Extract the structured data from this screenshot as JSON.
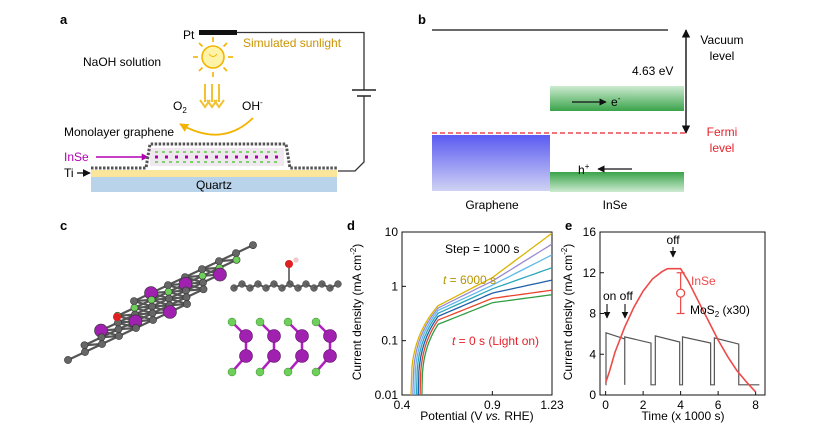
{
  "panel_a": {
    "label": "a",
    "electrode": "Pt",
    "solution": "NaOH solution",
    "light": "Simulated sunlight",
    "product": "O",
    "product_sub": "2",
    "reactant": "OH",
    "reactant_sup": "-",
    "layer_graphene": "Monolayer graphene",
    "layer_inse": "InSe",
    "contact": "Ti",
    "substrate": "Quartz"
  },
  "panel_b": {
    "label": "b",
    "vacuum": [
      "Vacuum",
      "level"
    ],
    "gap_value": "4.63 eV",
    "fermi": [
      "Fermi",
      "level"
    ],
    "electron": "e",
    "electron_sup": "-",
    "hole": "h",
    "hole_sup": "+",
    "left_material": "Graphene",
    "right_material": "InSe",
    "colors": {
      "fermi": "#e8202a",
      "graphene_top": "#6b6bf0",
      "inse_band": "#3aa34a"
    }
  },
  "panel_c": {
    "label": "c"
  },
  "chart_data": [
    {
      "panel": "d",
      "type": "line",
      "xlabel_parts": [
        "Potential (V ",
        "vs.",
        " RHE)"
      ],
      "ylabel_parts": [
        "Current density (mA cm",
        "-2",
        ")"
      ],
      "y_scale": "log",
      "xlim": [
        0.4,
        1.23
      ],
      "ylim": [
        0.01,
        10
      ],
      "x_ticks": [
        "0.4",
        "0.9",
        "1.23"
      ],
      "x_tick_values": [
        0.4,
        0.9,
        1.23
      ],
      "y_ticks": [
        "0.01",
        "0.1",
        "1",
        "10"
      ],
      "y_tick_values": [
        0.01,
        0.1,
        1,
        10
      ],
      "annotations": {
        "step": "Step = 1000 s",
        "t_end_prefix": "t",
        "t_end_suffix": " = 6000 s",
        "t_start_prefix": "t",
        "t_start_suffix": " = 0 s (Light on)"
      },
      "series": [
        {
          "color": "#2f9e44",
          "onset": 0.51,
          "v_a": 0.2,
          "v_b": 0.5,
          "v_end": 0.7
        },
        {
          "color": "#e8452c",
          "onset": 0.5,
          "v_a": 0.24,
          "v_b": 0.6,
          "v_end": 0.85
        },
        {
          "color": "#1f5fa8",
          "onset": 0.49,
          "v_a": 0.28,
          "v_b": 0.75,
          "v_end": 1.3
        },
        {
          "color": "#2ba6b8",
          "onset": 0.48,
          "v_a": 0.32,
          "v_b": 0.9,
          "v_end": 2.2
        },
        {
          "color": "#5fb8ee",
          "onset": 0.47,
          "v_a": 0.36,
          "v_b": 1.05,
          "v_end": 3.8
        },
        {
          "color": "#9b8ad0",
          "onset": 0.46,
          "v_a": 0.4,
          "v_b": 1.25,
          "v_end": 6.0
        },
        {
          "color": "#d9b400",
          "onset": 0.45,
          "v_a": 0.44,
          "v_b": 1.45,
          "v_end": 9.5
        }
      ]
    },
    {
      "panel": "e",
      "type": "line",
      "xlabel": "Time (x 1000 s)",
      "ylabel_parts": [
        "Current density (mA cm",
        "-2",
        ")"
      ],
      "xlim": [
        -0.3,
        8.5
      ],
      "ylim": [
        0,
        16
      ],
      "x_ticks": [
        "0",
        "2",
        "4",
        "6",
        "8"
      ],
      "x_tick_values": [
        0,
        2,
        4,
        6,
        8
      ],
      "y_ticks": [
        "0",
        "4",
        "8",
        "12",
        "16"
      ],
      "y_tick_values": [
        0,
        4,
        8,
        12,
        16
      ],
      "annotations": {
        "on": "on",
        "off_top": "off",
        "on_off": "on off",
        "inse": "InSe",
        "mos2": "MoS",
        "mos2_sub": "2",
        "mos2_suffix": " (x30)"
      },
      "series": [
        {
          "name": "InSe",
          "color": "#ee4a4a",
          "points": [
            [
              0,
              1.2
            ],
            [
              0.2,
              2.3
            ],
            [
              0.5,
              4.2
            ],
            [
              1,
              6.6
            ],
            [
              1.5,
              8.6
            ],
            [
              2,
              10.2
            ],
            [
              2.5,
              11.4
            ],
            [
              3,
              12.1
            ],
            [
              3.3,
              12.4
            ],
            [
              4,
              12.4
            ],
            [
              4.4,
              11.2
            ],
            [
              5,
              9.0
            ],
            [
              5.5,
              7.2
            ],
            [
              6,
              5.4
            ],
            [
              6.5,
              3.8
            ],
            [
              7,
              2.4
            ],
            [
              7.5,
              1.3
            ],
            [
              8,
              0.3
            ]
          ],
          "error_bar": {
            "x": 4,
            "y": 10,
            "low": 8,
            "high": 12
          }
        },
        {
          "name": "MoS2 (x30)",
          "color": "#555555",
          "off_level": 1.0,
          "pulses": [
            {
              "x_on": 0.02,
              "x_off": 1.02,
              "peak": 6.1,
              "end": 5.5
            },
            {
              "x_on": 1.02,
              "x_off": 2.42,
              "peak": 5.7,
              "end": 5.1
            },
            {
              "x_on": 2.65,
              "x_off": 3.95,
              "peak": 5.8,
              "end": 5.2
            },
            {
              "x_on": 4.1,
              "x_off": 5.6,
              "peak": 5.7,
              "end": 5.1
            },
            {
              "x_on": 5.8,
              "x_off": 7.1,
              "peak": 5.6,
              "end": 5.0
            }
          ]
        }
      ]
    }
  ]
}
